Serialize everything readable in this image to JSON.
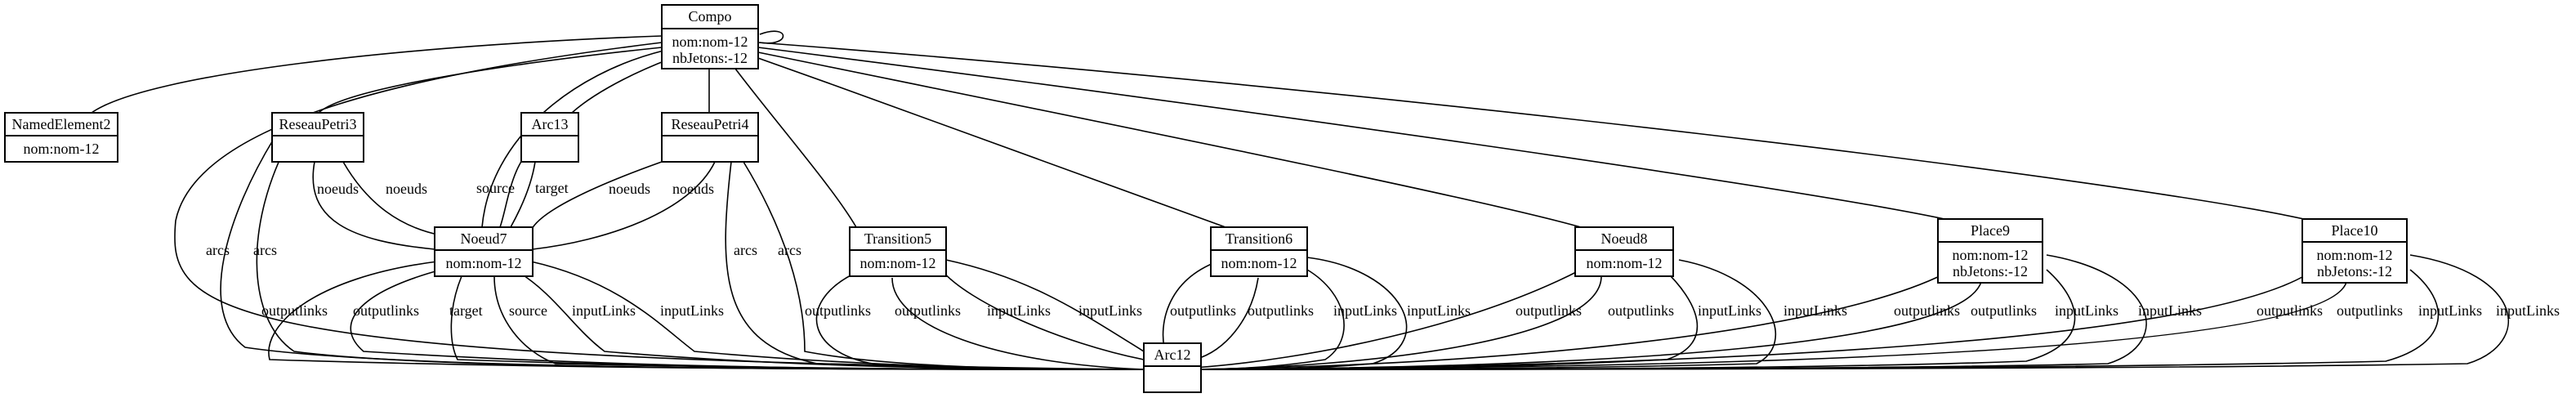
{
  "nodes": {
    "compo": {
      "name": "Compo",
      "attrs": [
        "nom:nom-12",
        "nbJetons:-12"
      ]
    },
    "namedelement2": {
      "name": "NamedElement2",
      "attrs": [
        "nom:nom-12"
      ]
    },
    "reseaupetri3": {
      "name": "ReseauPetri3",
      "attrs": []
    },
    "arc13": {
      "name": "Arc13",
      "attrs": []
    },
    "reseaupetri4": {
      "name": "ReseauPetri4",
      "attrs": []
    },
    "noeud7": {
      "name": "Noeud7",
      "attrs": [
        "nom:nom-12"
      ]
    },
    "transition5": {
      "name": "Transition5",
      "attrs": [
        "nom:nom-12"
      ]
    },
    "transition6": {
      "name": "Transition6",
      "attrs": [
        "nom:nom-12"
      ]
    },
    "noeud8": {
      "name": "Noeud8",
      "attrs": [
        "nom:nom-12"
      ]
    },
    "place9": {
      "name": "Place9",
      "attrs": [
        "nom:nom-12",
        "nbJetons:-12"
      ]
    },
    "place10": {
      "name": "Place10",
      "attrs": [
        "nom:nom-12",
        "nbJetons:-12"
      ]
    },
    "arc12": {
      "name": "Arc12",
      "attrs": []
    }
  },
  "edge_labels": {
    "noeuds": "noeuds",
    "arcs": "arcs",
    "source": "source",
    "target": "target",
    "outputlinks": "outputlinks",
    "inputLinks": "inputLinks"
  }
}
